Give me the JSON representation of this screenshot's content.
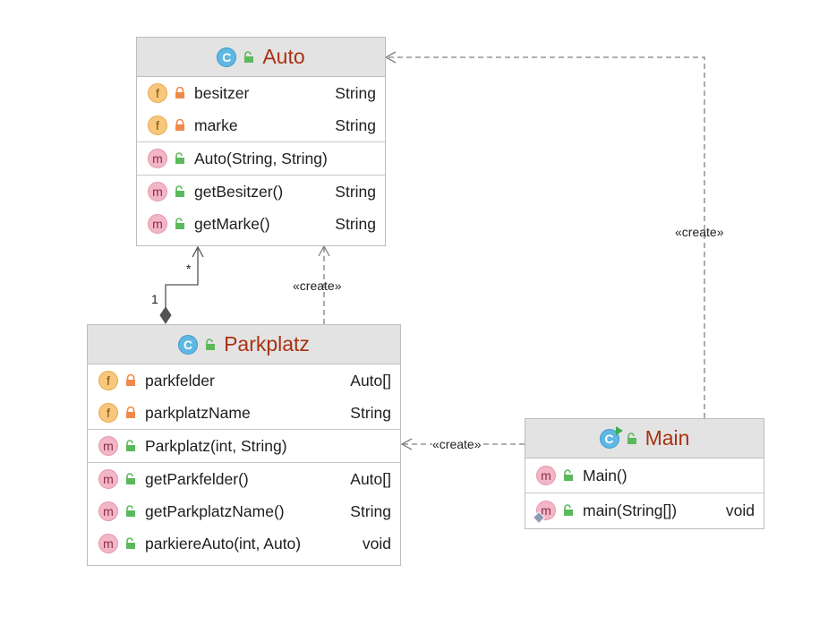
{
  "classes": {
    "auto": {
      "name": "Auto",
      "fields": [
        {
          "name": "besitzer",
          "type": "String"
        },
        {
          "name": "marke",
          "type": "String"
        }
      ],
      "constructors": [
        {
          "name": "Auto(String, String)",
          "type": ""
        }
      ],
      "methods": [
        {
          "name": "getBesitzer()",
          "type": "String"
        },
        {
          "name": "getMarke()",
          "type": "String"
        }
      ]
    },
    "parkplatz": {
      "name": "Parkplatz",
      "fields": [
        {
          "name": "parkfelder",
          "type": "Auto[]"
        },
        {
          "name": "parkplatzName",
          "type": "String"
        }
      ],
      "constructors": [
        {
          "name": "Parkplatz(int, String)",
          "type": ""
        }
      ],
      "methods": [
        {
          "name": "getParkfelder()",
          "type": "Auto[]"
        },
        {
          "name": "getParkplatzName()",
          "type": "String"
        },
        {
          "name": "parkiereAuto(int, Auto)",
          "type": "void"
        }
      ]
    },
    "main": {
      "name": "Main",
      "constructors": [
        {
          "name": "Main()",
          "type": ""
        }
      ],
      "methods": [
        {
          "name": "main(String[])",
          "type": "void"
        }
      ]
    }
  },
  "badges": {
    "field": "f",
    "method": "m",
    "class": "C"
  },
  "relations": {
    "create_label": "«create»",
    "multiplicity_many": "*",
    "multiplicity_one": "1"
  },
  "colors": {
    "class_name": "#a83212",
    "header_bg": "#e3e3e3",
    "private_lock": "#f08a4b",
    "public_lock": "#5cb85c",
    "edge": "#808080"
  }
}
